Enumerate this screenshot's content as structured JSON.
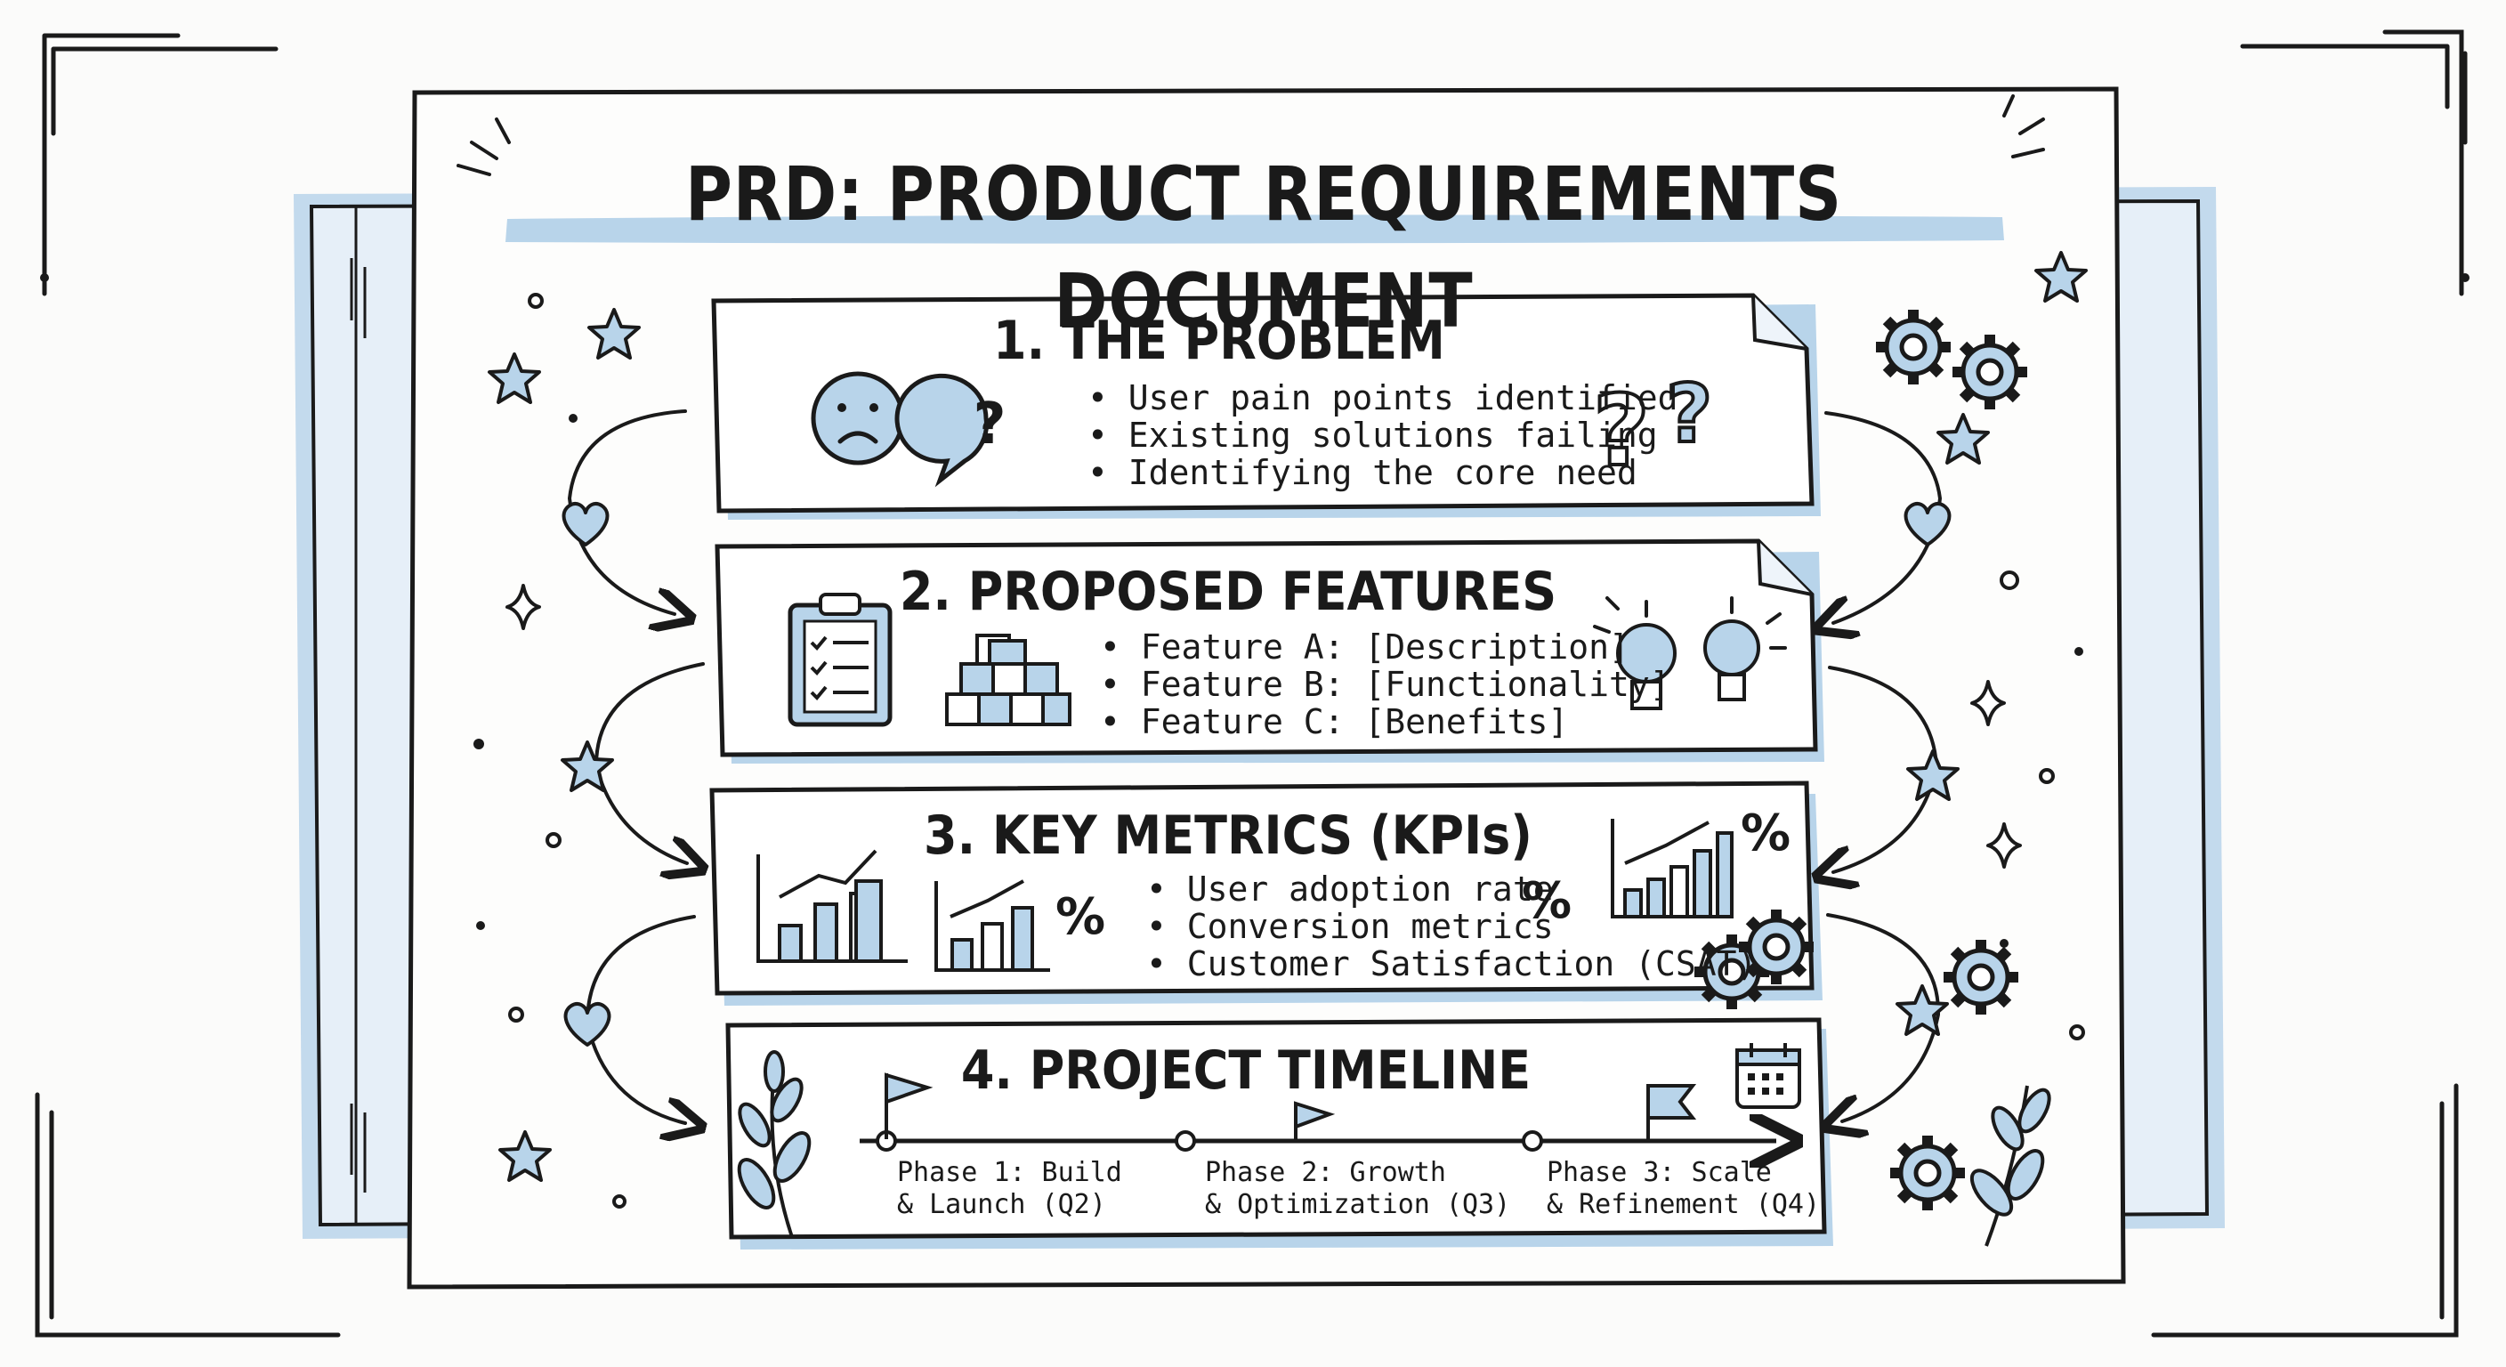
{
  "title": "PRD: PRODUCT REQUIREMENTS DOCUMENT",
  "sections": [
    {
      "title": "1. THE PROBLEM",
      "bullets": [
        "User pain points identified",
        "Existing solutions failing",
        "Identifying the core need"
      ]
    },
    {
      "title": "2. PROPOSED FEATURES",
      "bullets": [
        "Feature A: [Description]",
        "Feature B: [Functionality]",
        "Feature C: [Benefits]"
      ]
    },
    {
      "title": "3. KEY METRICS (KPIs)",
      "bullets": [
        "User adoption rate",
        "Conversion metrics",
        "Customer Satisfaction (CSAT)"
      ],
      "percent_symbol": "%"
    },
    {
      "title": "4. PROJECT TIMELINE",
      "phases": [
        {
          "line1": "Phase 1: Build",
          "line2": "& Launch (Q2)"
        },
        {
          "line1": "Phase 2: Growth",
          "line2": "& Optimization (Q3)"
        },
        {
          "line1": "Phase 3: Scale",
          "line2": "& Refinement (Q4)"
        }
      ]
    }
  ],
  "colors": {
    "accent": "#b8d4ea",
    "panel": "#e6eff8",
    "ink": "#1a1a1a"
  },
  "icons": [
    "sad-face-icon",
    "question-bubble-icon",
    "question-marks-icon",
    "clipboard-checklist-icon",
    "blocks-icon",
    "lightbulbs-icon",
    "bar-chart-icon",
    "percent-icon",
    "gears-icon",
    "calendar-icon",
    "flag-icon",
    "leaf-sprig-icon",
    "star-icon",
    "heart-icon",
    "sparkle-icon"
  ]
}
